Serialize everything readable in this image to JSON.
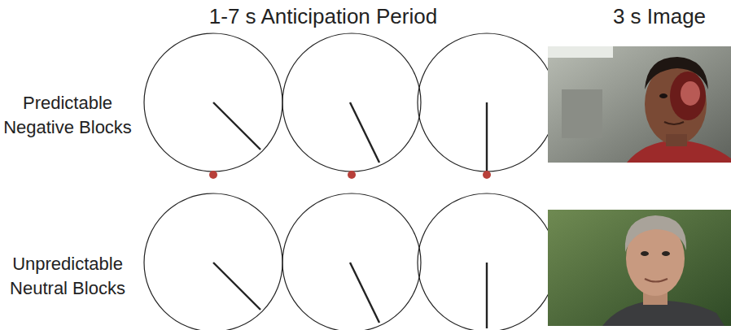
{
  "diagram": {
    "labels": [
      "1-7 s Anticipation Period",
      "3 s Image",
      "Predictable Negative Blocks",
      "Unpredictable Neutral Blocks"
    ]
  }
}
